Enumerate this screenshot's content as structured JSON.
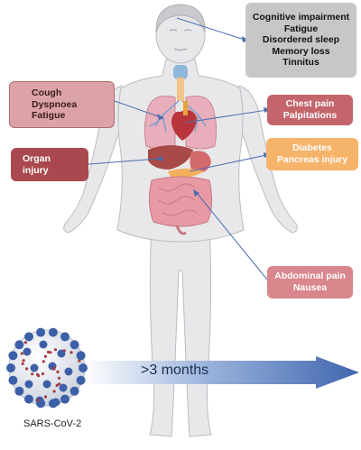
{
  "symptom_groups": {
    "neurological": [
      "Cognitive impairment",
      "Fatigue",
      "Disordered sleep",
      "Memory loss",
      "Tinnitus"
    ],
    "respiratory": [
      "Cough",
      "Dyspnoea",
      "Fatigue"
    ],
    "cardiac": [
      "Chest pain",
      "Palpitations"
    ],
    "organ": [
      "Organ",
      "injury"
    ],
    "endocrine": [
      "Diabetes",
      "Pancreas injury"
    ],
    "gastrointestinal": [
      "Abdominal pain",
      "Nausea"
    ]
  },
  "timeline": {
    "duration_label": ">3 months"
  },
  "virus": {
    "label": "SARS-CoV-2"
  },
  "colors": {
    "neurological": "#c7c7c7",
    "respiratory": "#dba3a8",
    "cardiac": "#c4656c",
    "organ": "#a9494f",
    "endocrine": "#f6b36a",
    "gastrointestinal": "#d9868c",
    "connector": "#4a6db0",
    "virus_body": "#d8dee8",
    "virus_spike": "#3d5fa8"
  }
}
